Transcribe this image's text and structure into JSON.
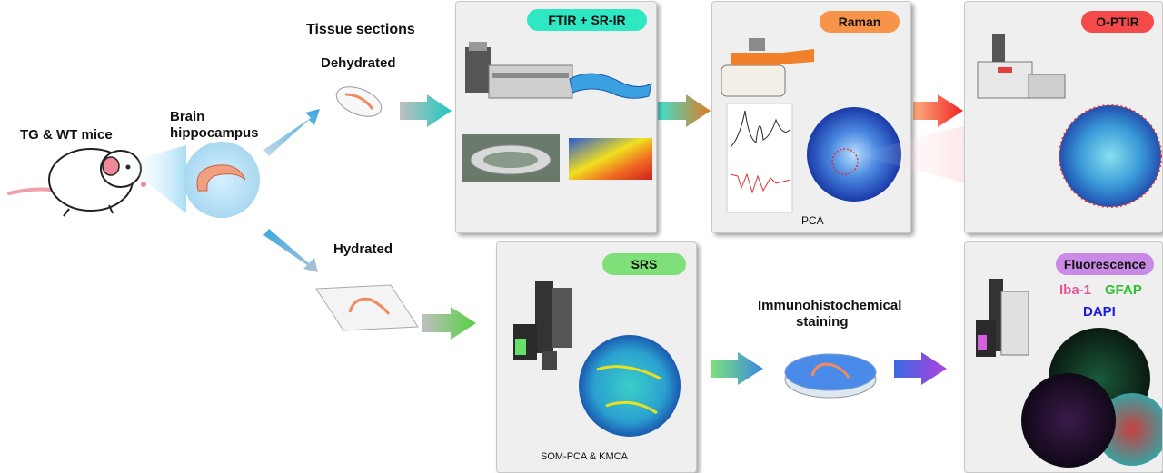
{
  "labels": {
    "mice": "TG & WT mice",
    "brain_line1": "Brain",
    "brain_line2": "hippocampus",
    "tissue_sections": "Tissue sections",
    "dehydrated": "Dehydrated",
    "hydrated": "Hydrated",
    "immuno_line1": "Immunohistochemical",
    "immuno_line2": "staining",
    "pca": "PCA",
    "som": "SOM-PCA & KMCA"
  },
  "panels": {
    "ftir": "FTIR + SR-IR",
    "raman": "Raman",
    "optir": "O-PTIR",
    "srs": "SRS",
    "fluorescence": "Fluorescence"
  },
  "fluor_markers": {
    "iba1": "Iba-1",
    "gfap": "GFAP",
    "dapi": "DAPI"
  },
  "colors": {
    "ftir_pill": "#2ee8c4",
    "raman_pill": "#f7944a",
    "optir_pill": "#f54a4a",
    "srs_pill": "#7fe07a",
    "fluor_pill": "#c98ae6",
    "iba1": "#e8559a",
    "gfap": "#2fc12f",
    "dapi": "#1a1ae6"
  }
}
